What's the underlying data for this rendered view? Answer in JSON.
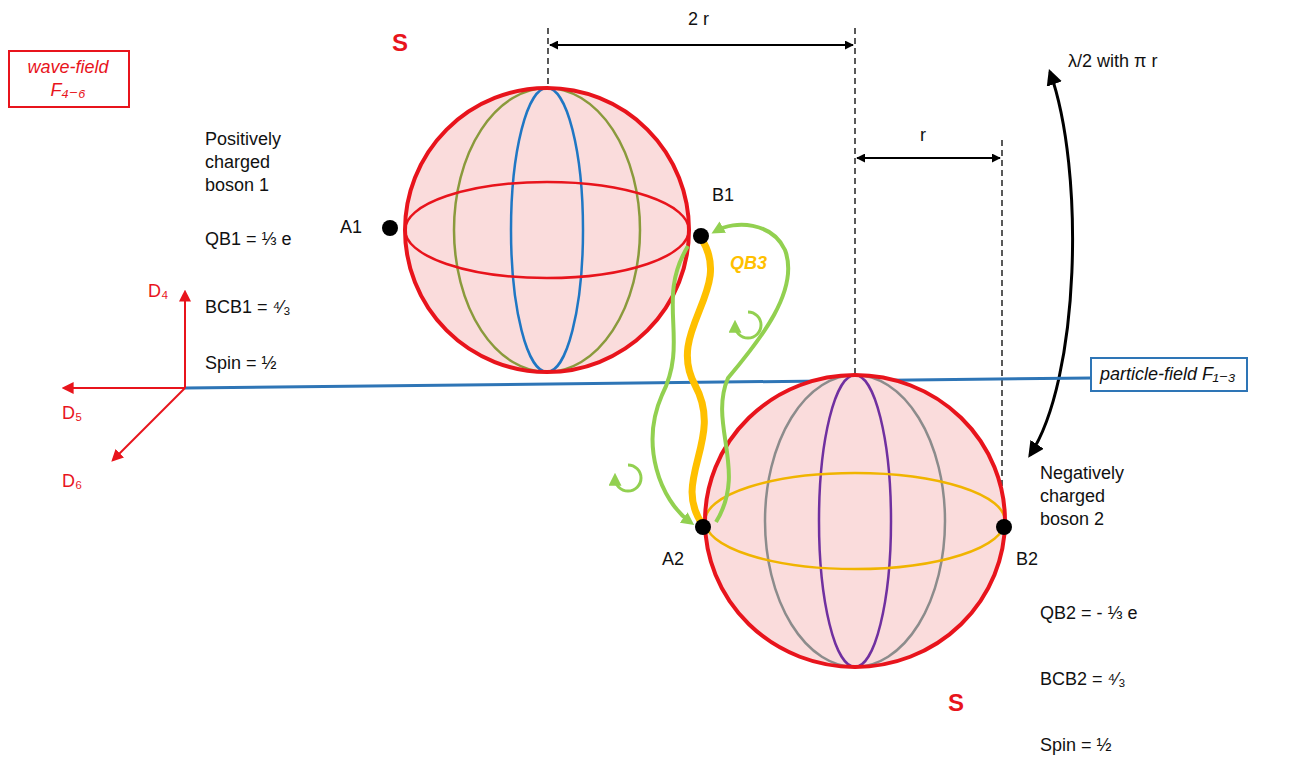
{
  "diagram": {
    "nodes": [
      {
        "text": [
          "wave-field F₄₋₆"
        ]
      },
      {
        "text": [
          "particle-field F₁₋₃"
        ]
      }
    ],
    "labels": [
      "2 r",
      "S",
      "Positively charged boson 1",
      "QB1 = ⅓ e",
      "A1",
      "B1",
      "r",
      "λ/2 with π r",
      "BCB1 = ⁴⁄₃",
      "QB3",
      "D₄",
      "Spin = ½",
      "D₅",
      "D₆",
      "A2",
      "B2",
      "Negatively charged boson 2",
      "QB2 = - ⅓ e",
      "BCB2 = ⁴⁄₃",
      "S",
      "Spin = ½"
    ]
  }
}
